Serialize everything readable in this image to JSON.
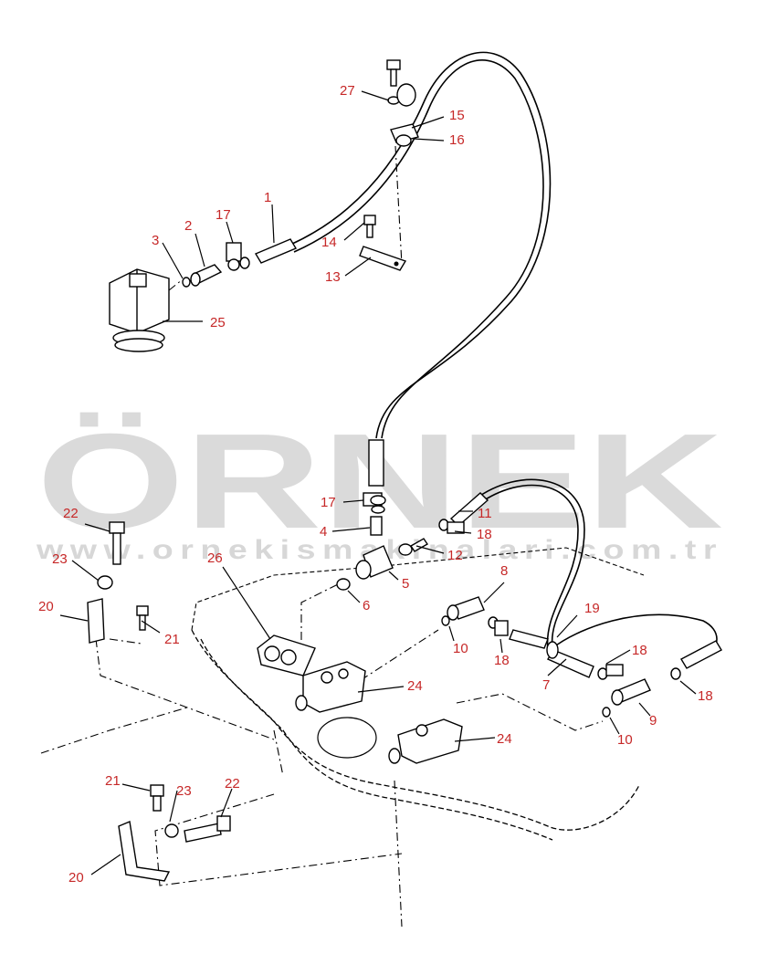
{
  "colors": {
    "callout": "#c62828",
    "line": "#000000",
    "watermark": "#d3d3d3",
    "watermark_accent": "#f3d77a"
  },
  "watermark": {
    "brand": "ÖRNEK",
    "url": "www.ornekismakinalari.com.tr"
  },
  "callouts": [
    {
      "id": "c1",
      "label": "1"
    },
    {
      "id": "c2",
      "label": "2"
    },
    {
      "id": "c3",
      "label": "3"
    },
    {
      "id": "c17a",
      "label": "17"
    },
    {
      "id": "c14",
      "label": "14"
    },
    {
      "id": "c13",
      "label": "13"
    },
    {
      "id": "c25",
      "label": "25"
    },
    {
      "id": "c27",
      "label": "27"
    },
    {
      "id": "c15",
      "label": "15"
    },
    {
      "id": "c16",
      "label": "16"
    },
    {
      "id": "c22a",
      "label": "22"
    },
    {
      "id": "c23a",
      "label": "23"
    },
    {
      "id": "c20a",
      "label": "20"
    },
    {
      "id": "c21a",
      "label": "21"
    },
    {
      "id": "c26",
      "label": "26"
    },
    {
      "id": "c17b",
      "label": "17"
    },
    {
      "id": "c4",
      "label": "4"
    },
    {
      "id": "c5",
      "label": "5"
    },
    {
      "id": "c6",
      "label": "6"
    },
    {
      "id": "c11",
      "label": "11"
    },
    {
      "id": "c18a",
      "label": "18"
    },
    {
      "id": "c12",
      "label": "12"
    },
    {
      "id": "c8",
      "label": "8"
    },
    {
      "id": "c10a",
      "label": "10"
    },
    {
      "id": "c18b",
      "label": "18"
    },
    {
      "id": "c19",
      "label": "19"
    },
    {
      "id": "c18c",
      "label": "18"
    },
    {
      "id": "c7",
      "label": "7"
    },
    {
      "id": "c18d",
      "label": "18"
    },
    {
      "id": "c9",
      "label": "9"
    },
    {
      "id": "c10b",
      "label": "10"
    },
    {
      "id": "c24a",
      "label": "24"
    },
    {
      "id": "c24b",
      "label": "24"
    },
    {
      "id": "c21b",
      "label": "21"
    },
    {
      "id": "c23b",
      "label": "23"
    },
    {
      "id": "c22b",
      "label": "22"
    },
    {
      "id": "c20b",
      "label": "20"
    }
  ]
}
